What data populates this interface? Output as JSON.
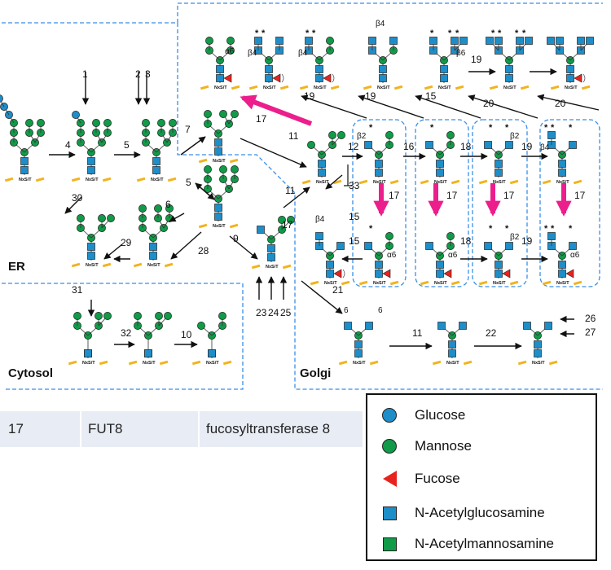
{
  "regions": {
    "er": "ER",
    "cytosol": "Cytosol",
    "golgi": "Golgi"
  },
  "glycan_base_label": "NxS/T",
  "step_numbers": [
    "1",
    "2",
    "3",
    "4",
    "5",
    "5",
    "6",
    "7",
    "9",
    "10",
    "11",
    "11",
    "11",
    "12",
    "15",
    "15",
    "15",
    "16",
    "17",
    "17",
    "17",
    "17",
    "17",
    "17",
    "18",
    "18",
    "19",
    "19",
    "19",
    "19",
    "19",
    "20",
    "20",
    "21",
    "22",
    "23",
    "24",
    "25",
    "26",
    "27",
    "28",
    "29",
    "30",
    "31",
    "32",
    "33"
  ],
  "linkage_labels": {
    "a6": "α6",
    "b4": "β4",
    "b2": "β2",
    "b6": "β6",
    "six": "6"
  },
  "table_row": {
    "step": "17",
    "gene": "FUT8",
    "name": "fucosyltransferase 8"
  },
  "legend": [
    {
      "label": "Glucose",
      "shape": "circle",
      "color": "#1e8ec9"
    },
    {
      "label": "Mannose",
      "shape": "circle",
      "color": "#119a48"
    },
    {
      "label": "Fucose",
      "shape": "triangle",
      "color": "#e8231e"
    },
    {
      "label": "N-Acetylglucosamine",
      "shape": "square",
      "color": "#1e8ec9"
    },
    {
      "label": "N-Acetylmannosamine",
      "shape": "square",
      "color": "#119a48"
    }
  ],
  "colors": {
    "mannose": "#119a48",
    "glucose": "#1e8ec9",
    "glcnac": "#1e8ec9",
    "fucose": "#e8231e",
    "highlight_arrow": "#ec1e8c",
    "region_border": "#3a8ee6",
    "base_bar": "#f2b31c",
    "table_bg": "#e8ecf4"
  }
}
